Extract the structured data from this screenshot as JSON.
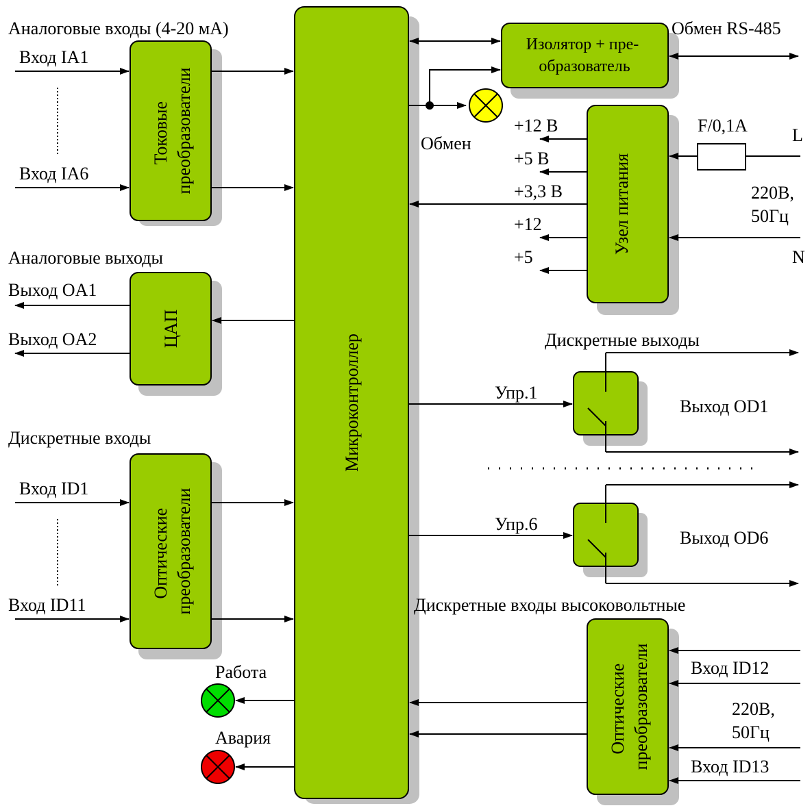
{
  "diagram": {
    "sections": {
      "analog_inputs": "Аналоговые входы (4-20 мА)",
      "analog_outputs": "Аналоговые выходы",
      "discrete_inputs": "Дискретные входы",
      "discrete_outputs": "Дискретные выходы",
      "hv_discrete_inputs": "Дискретные входы высоковольтные"
    },
    "blocks": {
      "current_converters": [
        "Токовые",
        "преобразователи"
      ],
      "dac": "ЦАП",
      "optical_converters": [
        "Оптические",
        "преобразователи"
      ],
      "microcontroller": "Микроконтроллер",
      "isolator": [
        "Изолятор + пре-",
        "образователь"
      ],
      "power_unit": "Узел питания",
      "hv_optical_converters": [
        "Оптические",
        "преобразователи"
      ]
    },
    "signals": {
      "in_ia1": "Вход IA1",
      "in_ia6": "Вход IA6",
      "out_oa1": "Выход OA1",
      "out_oa2": "Выход OA2",
      "in_id1": "Вход ID1",
      "in_id11": "Вход ID11",
      "rs485": "Обмен RS-485",
      "exchange": "Обмен",
      "work": "Работа",
      "alarm": "Авария",
      "ctrl1": "Упр.1",
      "ctrl6": "Упр.6",
      "out_od1": "Выход OD1",
      "out_od6": "Выход OD6",
      "in_id12": "Вход ID12",
      "in_id13": "Вход ID13",
      "hv_supply": [
        "220В,",
        "50Гц"
      ]
    },
    "power": {
      "rails": [
        "+12 В",
        "+5 В",
        "+3,3 В",
        "+12",
        "+5"
      ],
      "fuse": "F/0,1A",
      "line": "L",
      "neutral": "N",
      "mains": [
        "220В,",
        "50Гц"
      ]
    },
    "colors": {
      "block_fill": "#99cc00",
      "shadow": "#c0c0c0",
      "exchange_lamp": "#ffff00",
      "work_lamp": "#00dd00",
      "alarm_lamp": "#ee0000"
    }
  }
}
